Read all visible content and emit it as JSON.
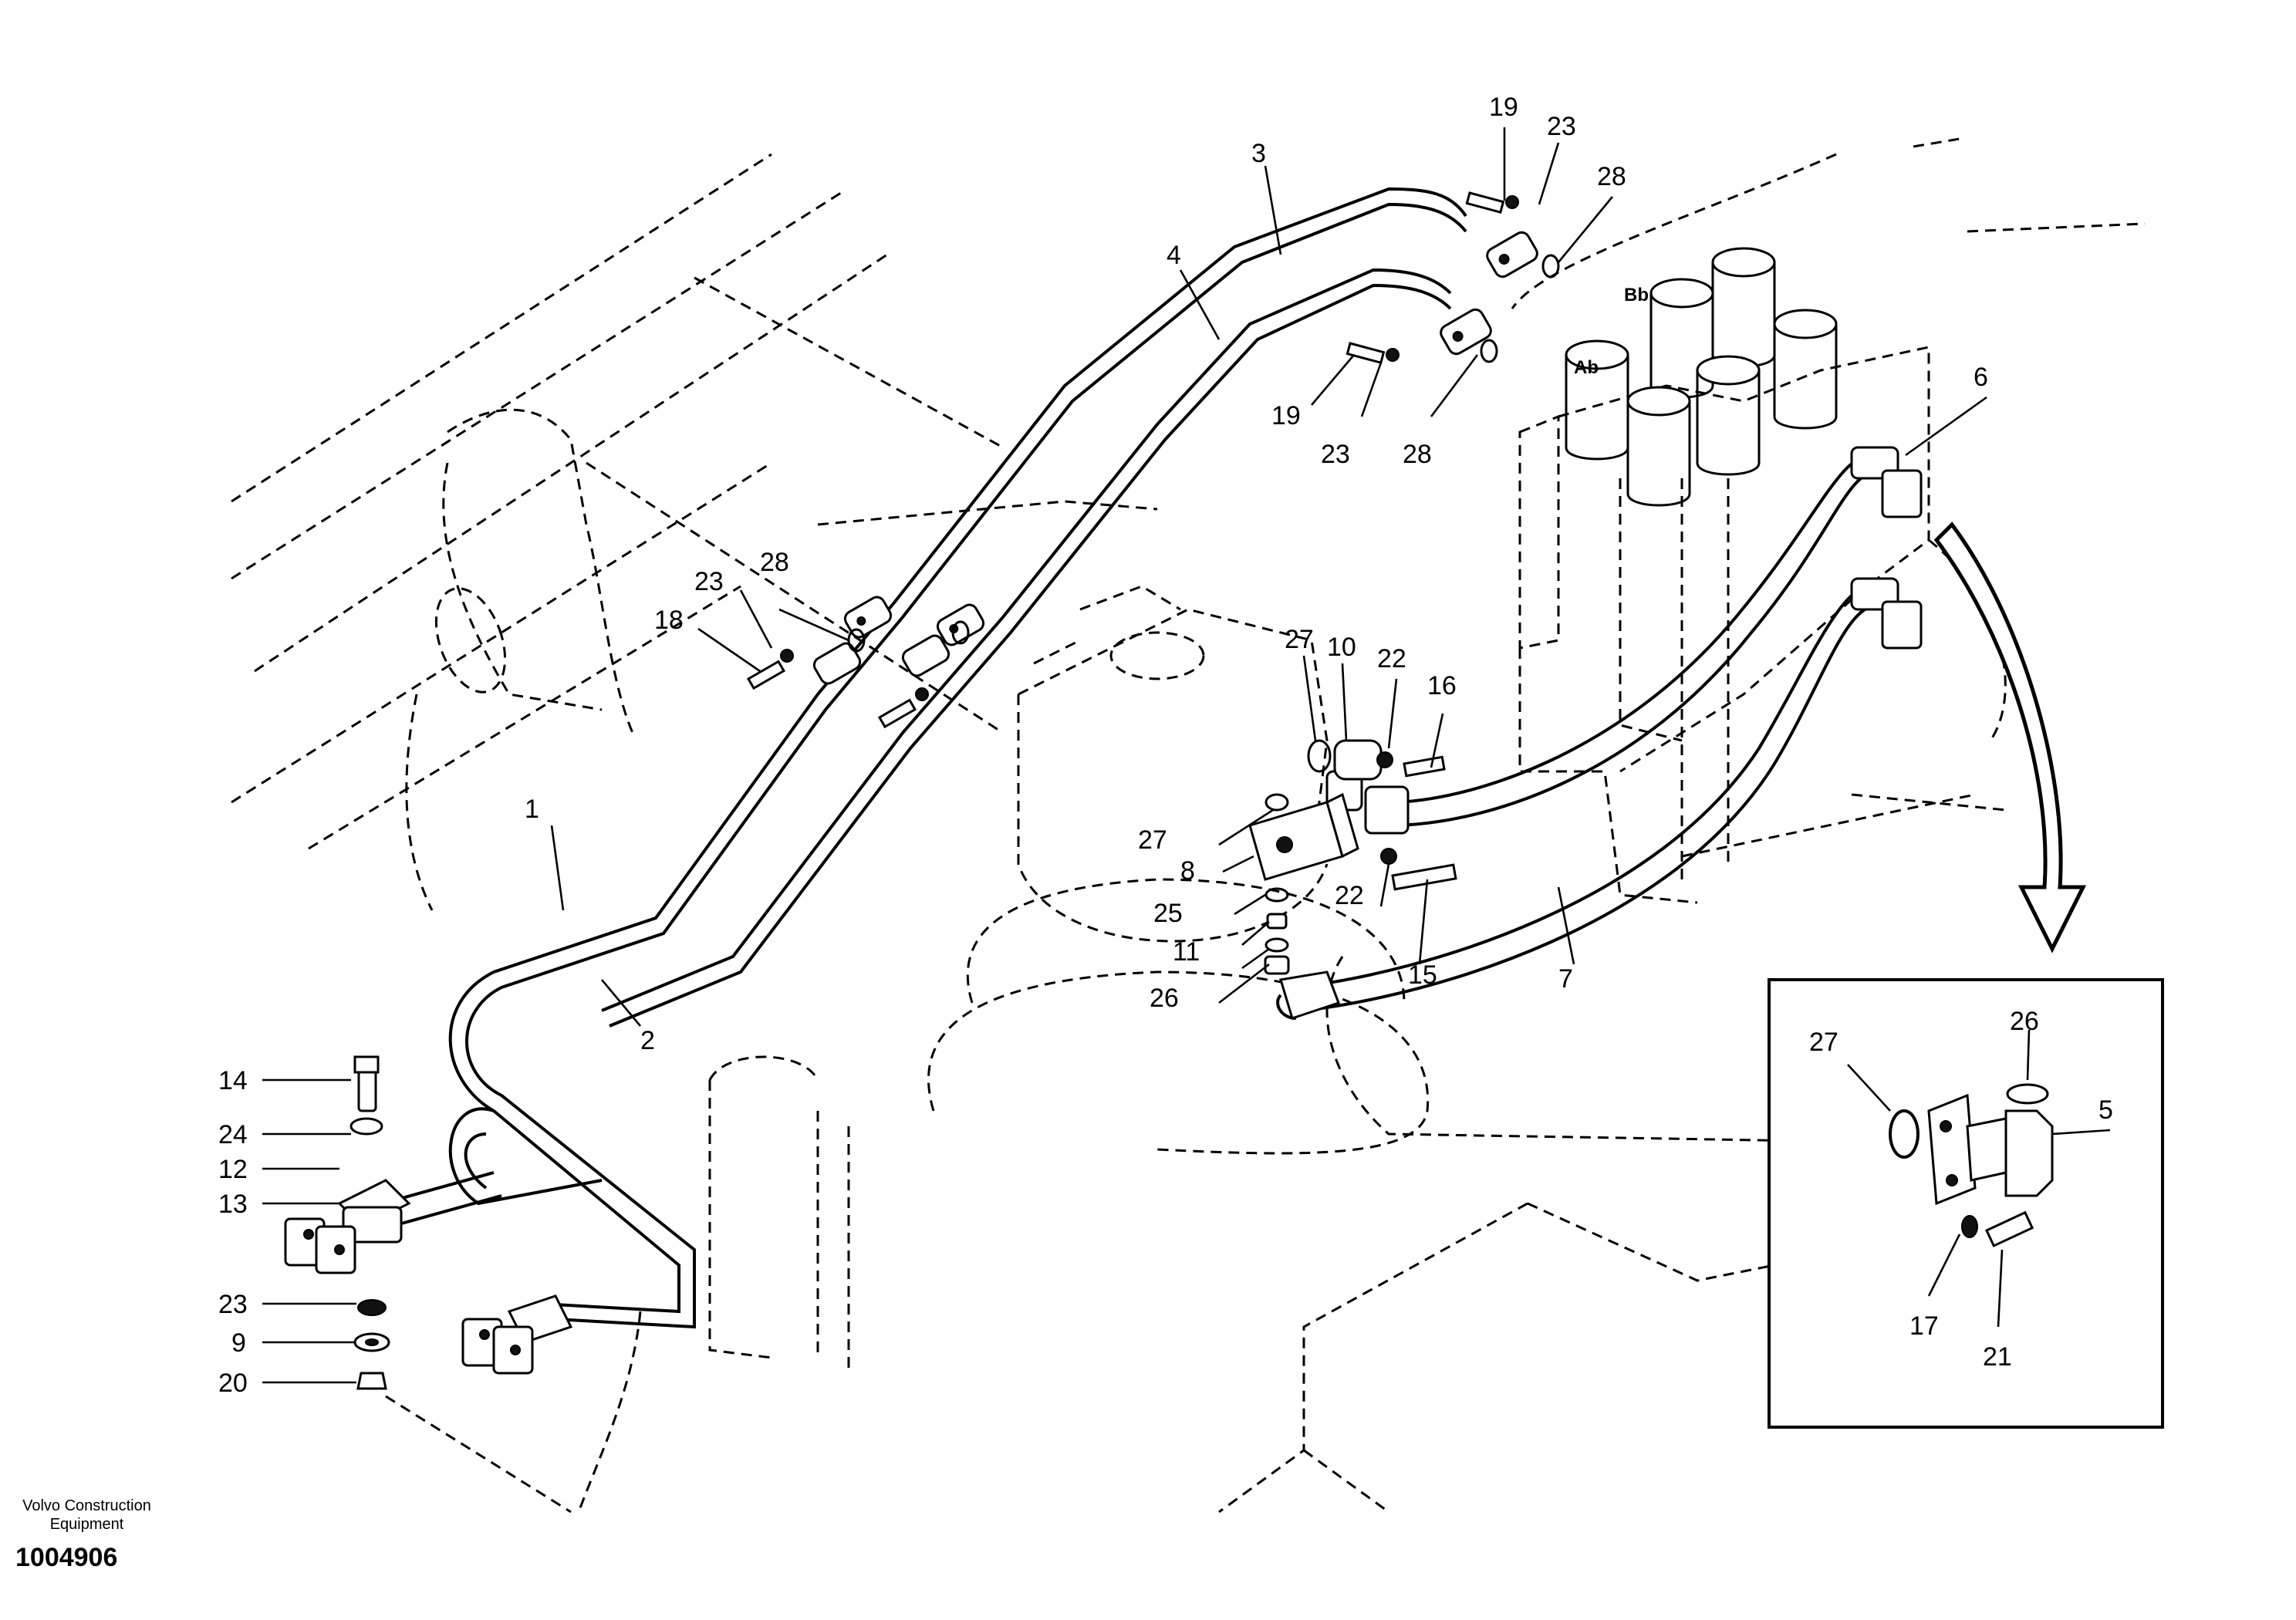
{
  "diagram": {
    "callouts": [
      "1",
      "2",
      "3",
      "4",
      "5",
      "6",
      "7",
      "8",
      "9",
      "10",
      "11",
      "12",
      "13",
      "14",
      "15",
      "16",
      "17",
      "18",
      "19",
      "20",
      "21",
      "22",
      "23",
      "24",
      "25",
      "26",
      "27",
      "28"
    ],
    "port_labels": [
      "Bb",
      "Ab"
    ]
  },
  "footer": {
    "brand_line1": "Volvo Construction",
    "brand_line2": "Equipment",
    "drawing_number": "1004906"
  }
}
